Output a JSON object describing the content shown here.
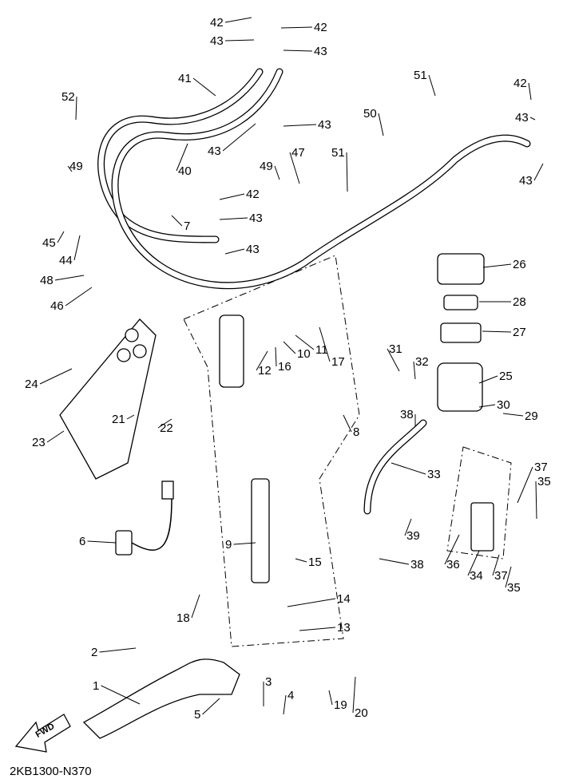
{
  "diagram_code": "2KB1300-N370",
  "fwd_label": "FWD",
  "callouts": [
    "42",
    "43",
    "42",
    "43",
    "41",
    "52",
    "51",
    "42",
    "43",
    "43",
    "43",
    "40",
    "50",
    "49",
    "49",
    "47",
    "51",
    "43",
    "42",
    "7",
    "43",
    "45",
    "44",
    "43",
    "48",
    "46",
    "26",
    "28",
    "27",
    "17",
    "11",
    "10",
    "16",
    "12",
    "31",
    "32",
    "25",
    "24",
    "30",
    "29",
    "21",
    "22",
    "8",
    "38",
    "23",
    "33",
    "37",
    "35",
    "39",
    "6",
    "9",
    "15",
    "38",
    "36",
    "34",
    "37",
    "35",
    "14",
    "18",
    "13",
    "2",
    "1",
    "3",
    "4",
    "19",
    "20",
    "5"
  ]
}
